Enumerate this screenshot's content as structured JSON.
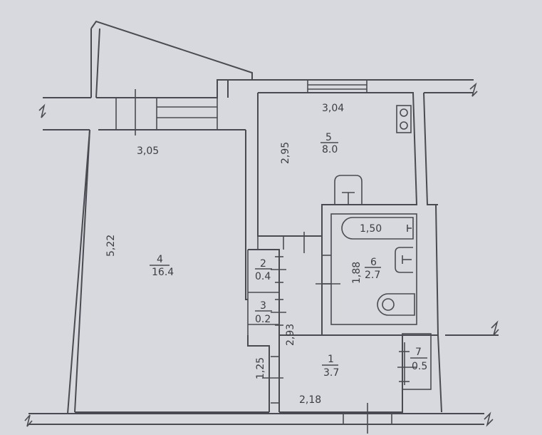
{
  "plan": {
    "type": "apartment floor plan",
    "rooms": [
      {
        "id": "room-1",
        "number": "1",
        "area": "3.7",
        "label_num": "1",
        "label_area": "3.7"
      },
      {
        "id": "room-2",
        "number": "2",
        "area": "0.4",
        "label_num": "2",
        "label_area": "0.4"
      },
      {
        "id": "room-3",
        "number": "3",
        "area": "0.2",
        "label_num": "3",
        "label_area": "0.2"
      },
      {
        "id": "room-4",
        "number": "4",
        "area": "16.4",
        "label_num": "4",
        "label_area": "16.4"
      },
      {
        "id": "room-5",
        "number": "5",
        "area": "8.0",
        "label_num": "5",
        "label_area": "8.0"
      },
      {
        "id": "room-6",
        "number": "6",
        "area": "2.7",
        "label_num": "6",
        "label_area": "2.7"
      },
      {
        "id": "room-7",
        "number": "7",
        "area": "0.5",
        "label_num": "7",
        "label_area": "0.5"
      }
    ],
    "dimensions": {
      "room4_width": "3,05",
      "room4_length": "5,22",
      "kitchen_width": "3,04",
      "kitchen_length": "2,95",
      "bath_length": "1,50",
      "bathroom_length": "1,88",
      "corridor_length": "2,93",
      "hall_width": "2,18",
      "niche_length": "1,25"
    },
    "fixtures": [
      "stove",
      "kitchen-sink",
      "bathtub",
      "bathroom-sink",
      "toilet"
    ]
  }
}
